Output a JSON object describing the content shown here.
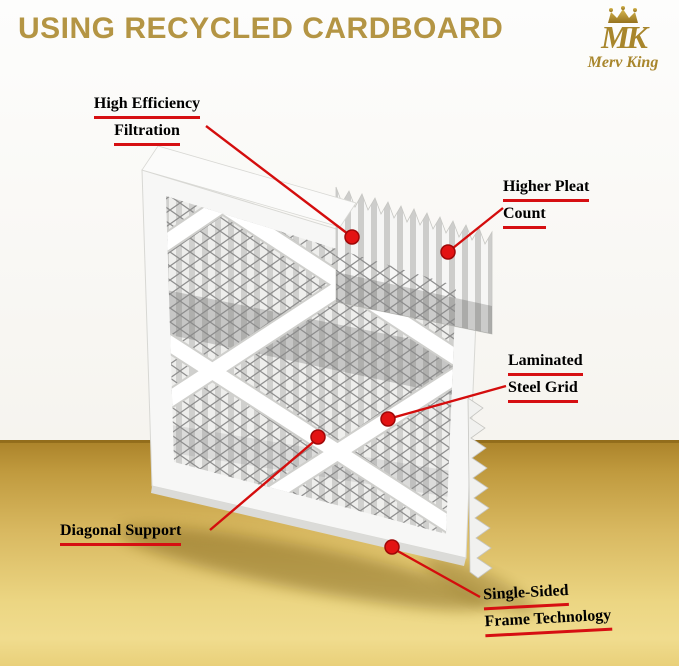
{
  "title": "USING RECYCLED CARDBOARD",
  "brand": {
    "monogram": "MK",
    "name": "Merv King"
  },
  "callouts": [
    {
      "id": "high-efficiency-filtration",
      "lines": [
        "High Efficiency",
        "Filtration"
      ]
    },
    {
      "id": "higher-pleat-count",
      "lines": [
        "Higher Pleat",
        "Count"
      ]
    },
    {
      "id": "laminated-steel-grid",
      "lines": [
        "Laminated",
        "Steel Grid"
      ]
    },
    {
      "id": "diagonal-support",
      "lines": [
        "Diagonal Support"
      ]
    },
    {
      "id": "single-sided-frame",
      "lines": [
        "Single-Sided",
        "Frame Technology"
      ]
    }
  ],
  "icons": {
    "crown": "crown-icon"
  },
  "colors": {
    "title_gold": "#b49544",
    "brand_gold": "#a8862c",
    "callout_red": "#d60f12",
    "callout_dot_red": "#e31313",
    "gold_floor_top": "#aa8229",
    "gold_floor_bottom": "#e9d07a",
    "background_top": "#fdfdfc",
    "filter_frame_white": "#f7f7f6",
    "mesh_gray": "#8a8a8a"
  }
}
